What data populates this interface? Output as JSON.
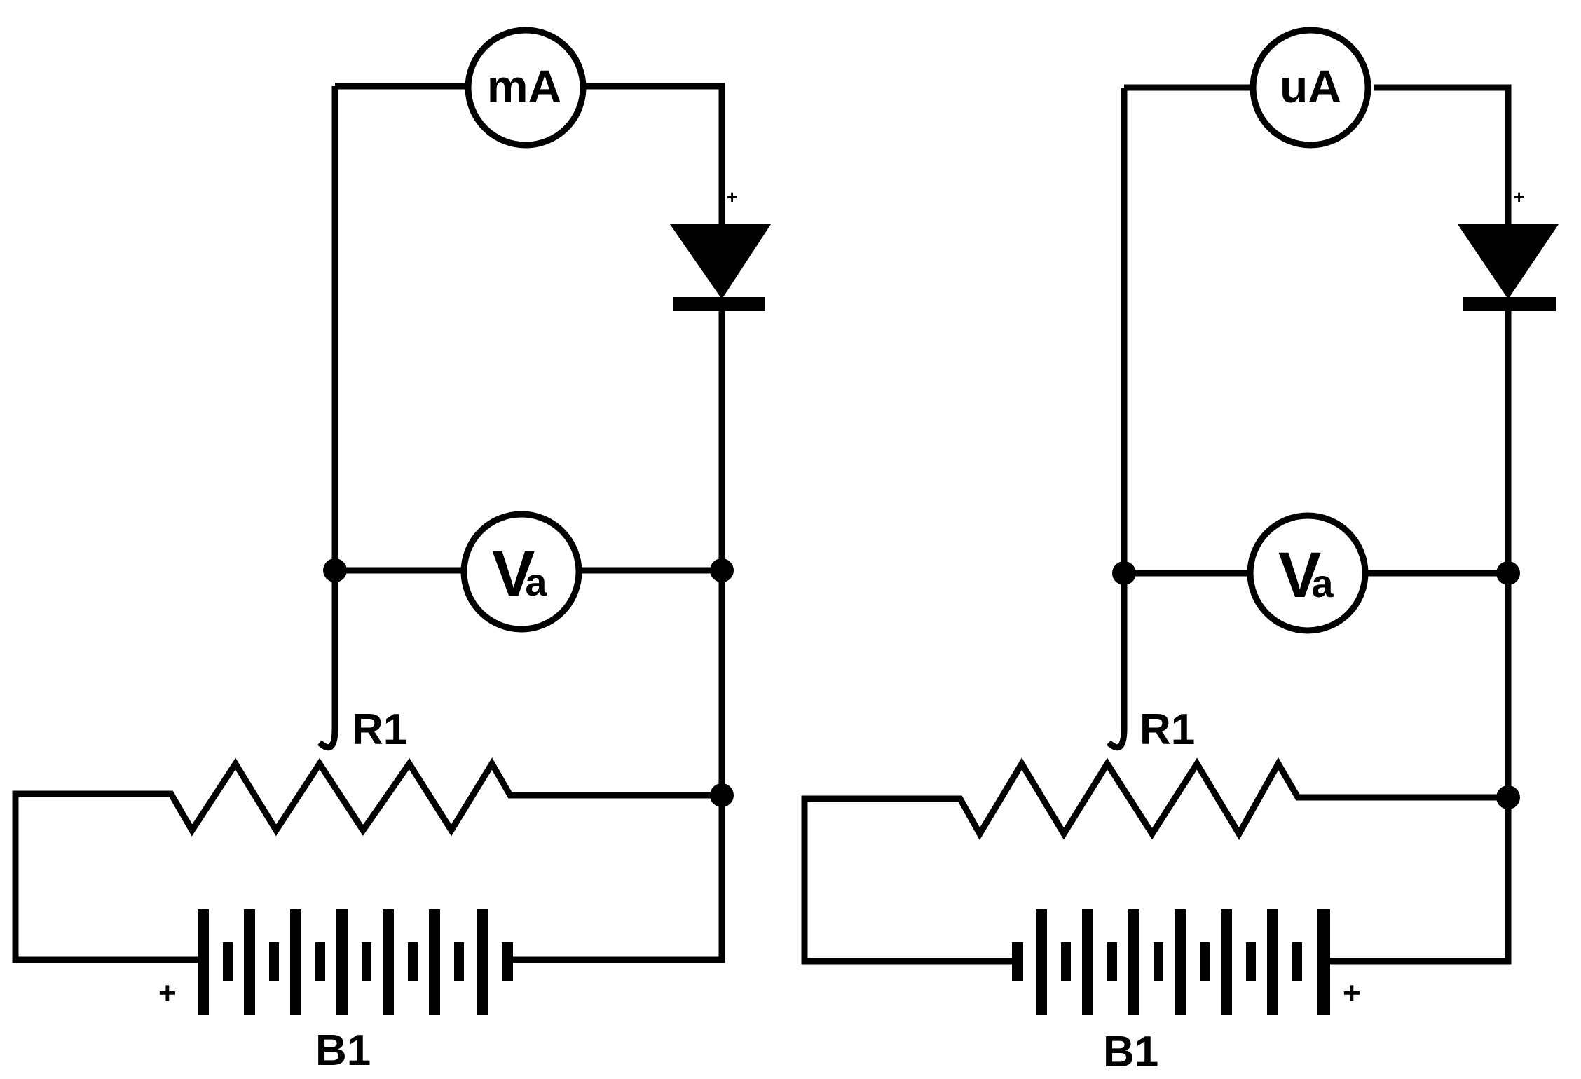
{
  "circuits": [
    {
      "ammeter_label": "mA",
      "voltmeter": {
        "main": "V",
        "sub": "a"
      },
      "resistor_label": "R1",
      "battery_label": "B1",
      "battery_plus": "+",
      "diode_plus": "+"
    },
    {
      "ammeter_label": "uA",
      "voltmeter": {
        "main": "V",
        "sub": "a"
      },
      "resistor_label": "R1",
      "battery_label": "B1",
      "battery_plus": "+",
      "diode_plus": "+"
    }
  ]
}
